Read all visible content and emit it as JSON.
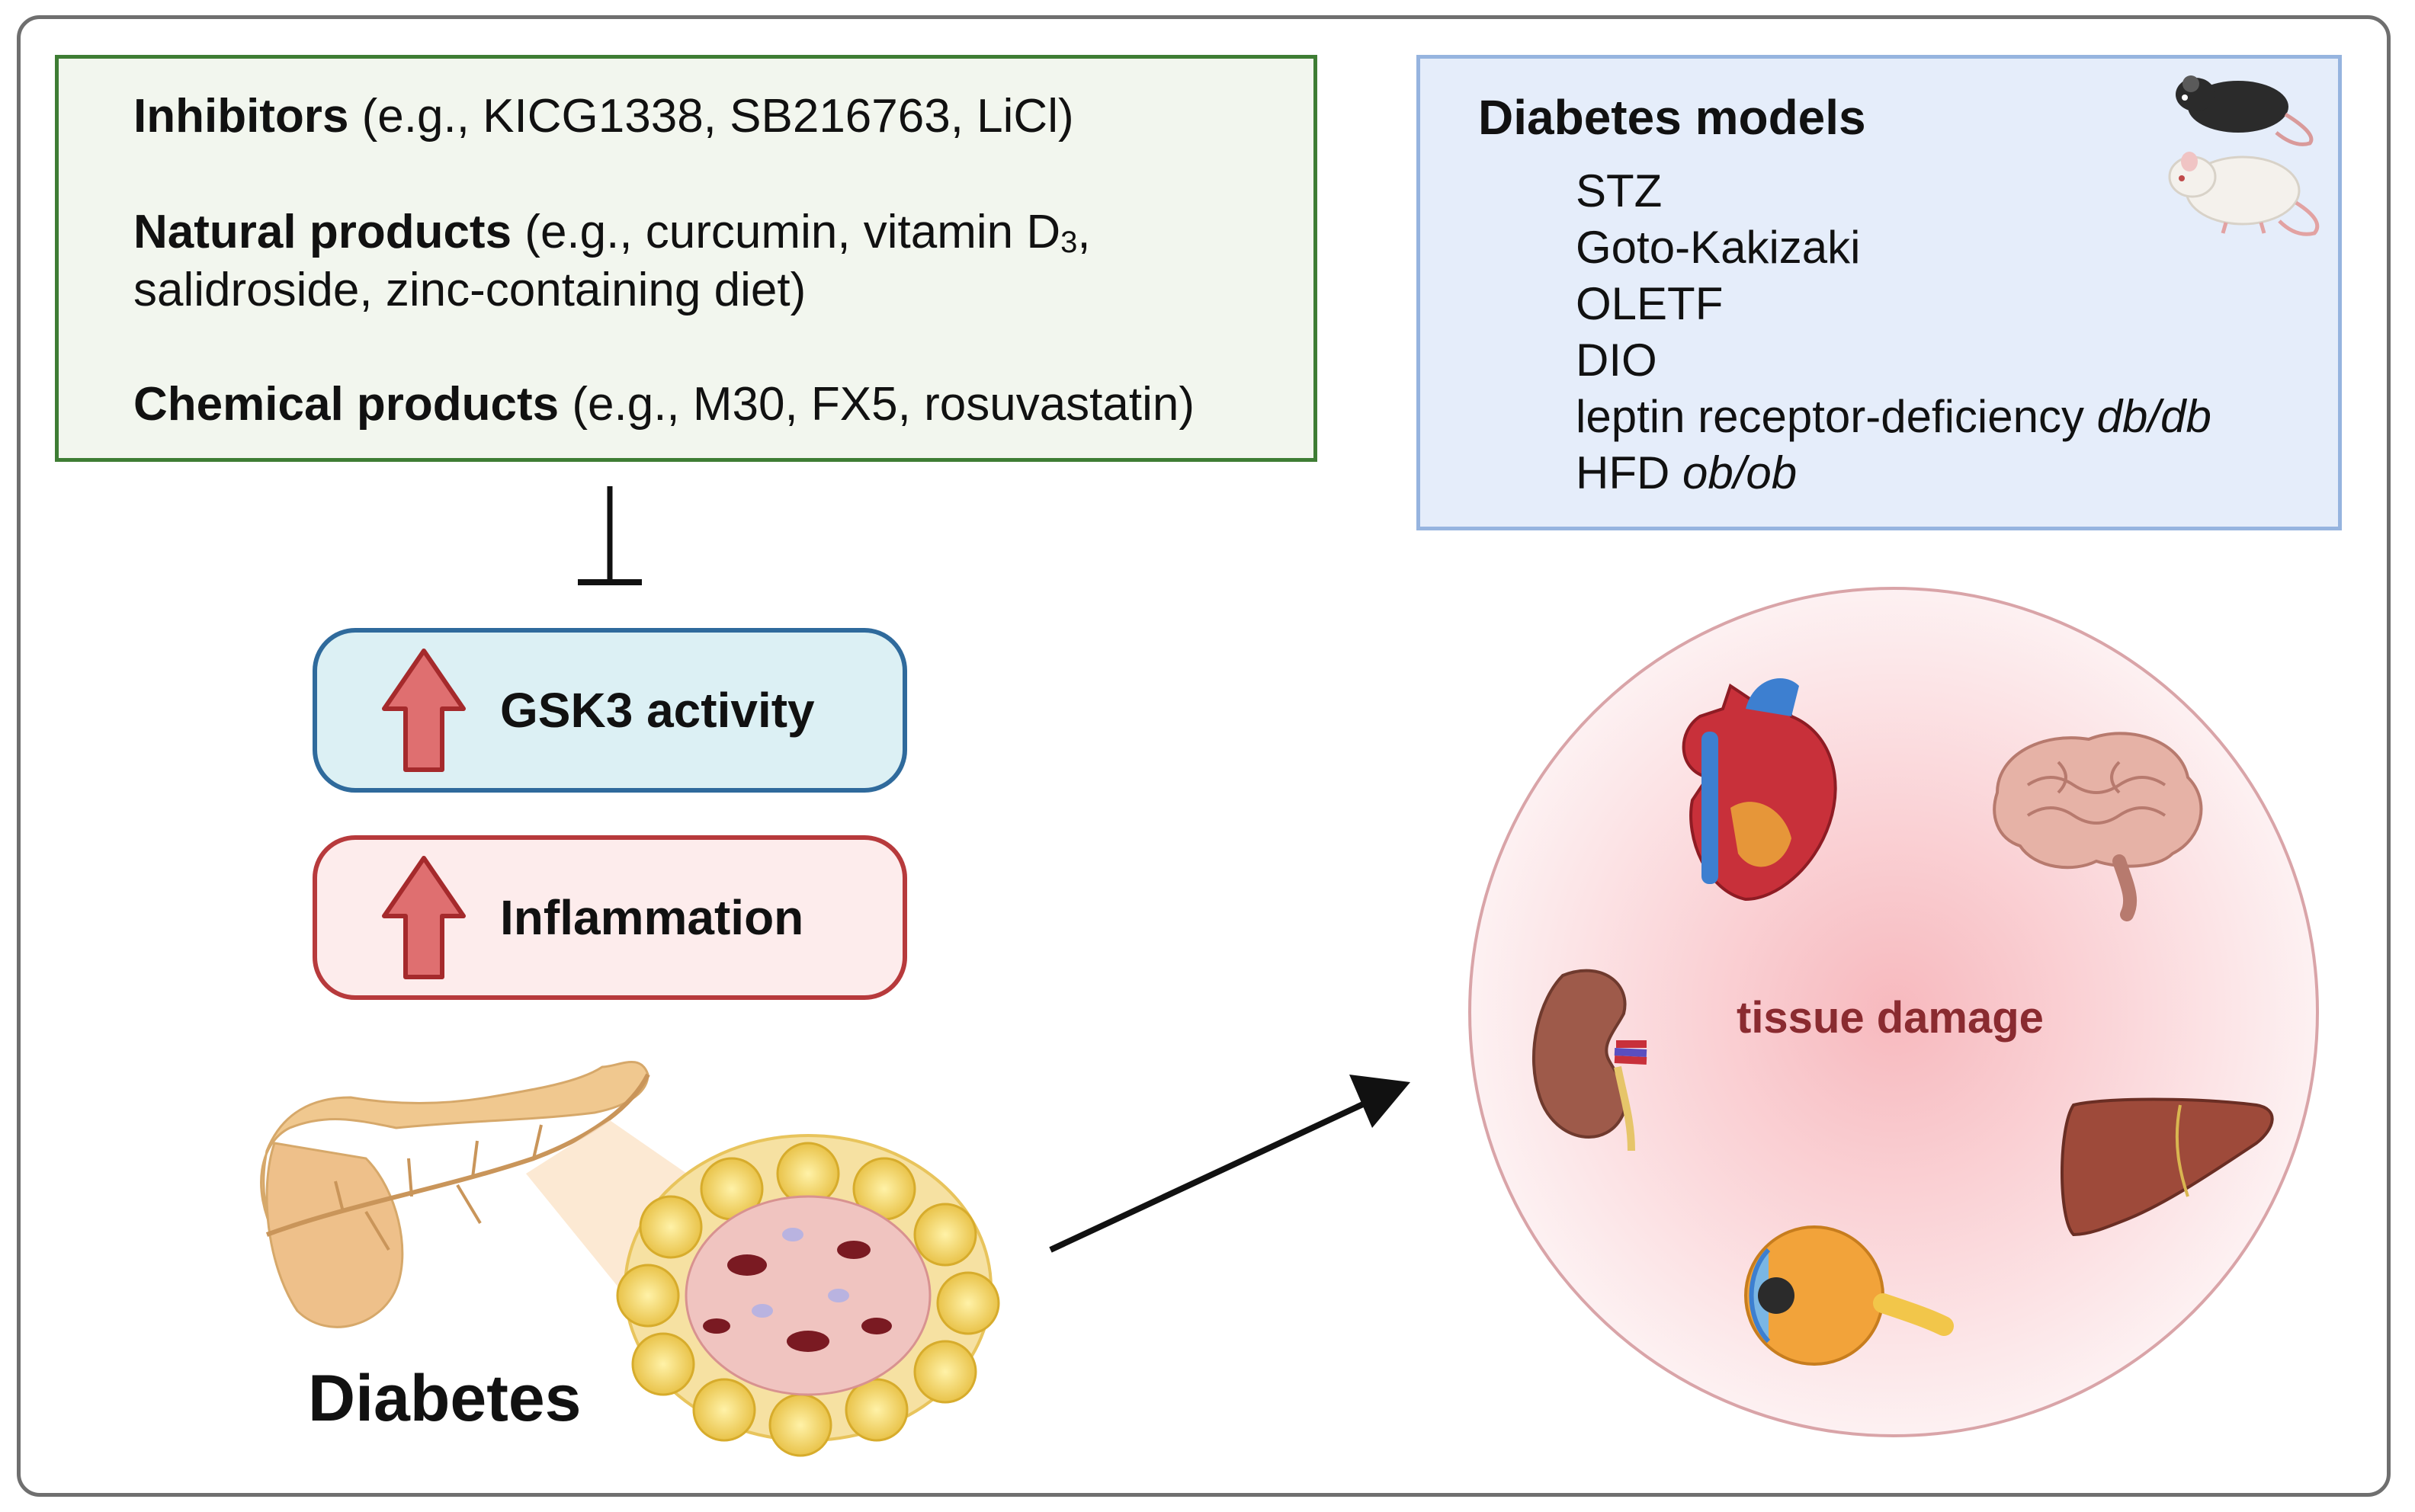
{
  "treatments": {
    "inhibitors_label": "Inhibitors",
    "inhibitors_examples": "(e.g., KICG1338, SB216763, LiCl)",
    "natural_label": "Natural products",
    "natural_examples_a": "(e.g., curcumin, vitamin D",
    "natural_subscript": "3",
    "natural_examples_a_end": ",",
    "natural_examples_b": "salidroside, zinc-containing diet)",
    "chemical_label": "Chemical products",
    "chemical_examples": "(e.g., M30, FX5, rosuvastatin)"
  },
  "models": {
    "title": "Diabetes models",
    "items": [
      "STZ",
      "Goto-Kakizaki",
      "OLETF",
      "DIO"
    ],
    "leptin_text": "leptin receptor-deficiency ",
    "leptin_italic": "db/db",
    "hfd_text": "HFD ",
    "hfd_italic": "ob/ob"
  },
  "effects": {
    "gsk3": "GSK3 activity",
    "inflammation": "Inflammation"
  },
  "diabetes_label": "Diabetes",
  "tissue_damage_label": "tissue damage",
  "colors": {
    "green_border": "#3e7d34",
    "blue_border": "#96b4df",
    "gsk_border": "#2f6a9c",
    "inflammation_border": "#b73a3c",
    "up_arrow_fill": "#df6f70",
    "damage_text": "#8a2b30"
  },
  "icons": [
    "mouse-icon",
    "rat-icon",
    "up-arrow-icon",
    "inhibition-icon",
    "pancreas-icon",
    "islet-icon",
    "heart-icon",
    "brain-icon",
    "kidney-icon",
    "liver-icon",
    "eye-icon"
  ]
}
